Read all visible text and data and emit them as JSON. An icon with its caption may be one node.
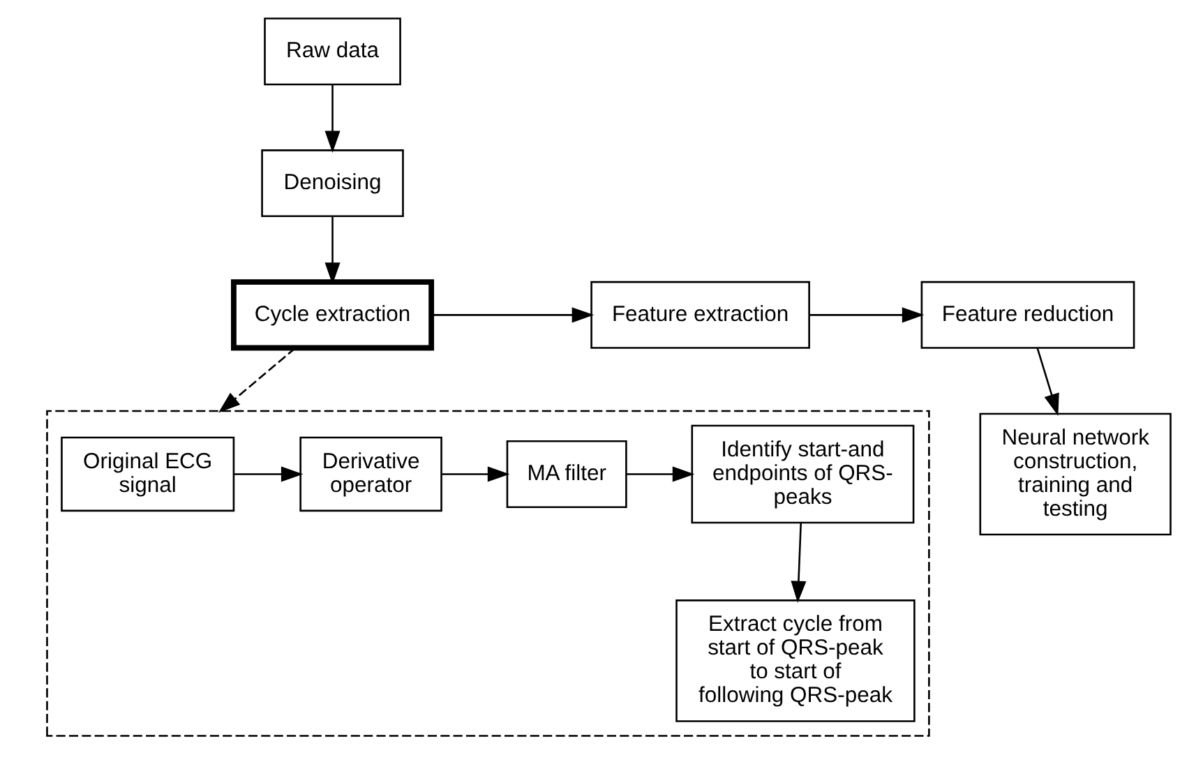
{
  "diagram": {
    "nodes": [
      {
        "text": [
          "Raw data"
        ]
      },
      {
        "text": [
          "Denoising"
        ]
      },
      {
        "text": [
          "Cycle extraction"
        ]
      },
      {
        "text": [
          "Feature extraction"
        ]
      },
      {
        "text": [
          "Feature reduction"
        ]
      },
      {
        "text": [
          "Neural network construction, training and testing"
        ]
      },
      {
        "text": [],
        "shape": "box"
      },
      {
        "text": [
          "Original ECG signal"
        ],
        "in": 6
      },
      {
        "text": [
          "Derivative operator"
        ],
        "in": 6
      },
      {
        "text": [
          "MA filter"
        ],
        "in": 6
      },
      {
        "text": [
          "Identify start-and endpoints of QRS-peaks"
        ],
        "in": 6
      },
      {
        "text": [
          "Extract cycle from start of QRS-peak to start of following QRS-peak"
        ],
        "in": 6
      }
    ],
    "edges": [
      {
        "from": 0,
        "to": 1,
        "arrow": "to"
      },
      {
        "from": 1,
        "to": 2,
        "arrow": "to"
      },
      {
        "from": 2,
        "to": 3,
        "arrow": "to"
      },
      {
        "from": 3,
        "to": 4,
        "arrow": "to"
      },
      {
        "from": 4,
        "to": 5,
        "arrow": "to"
      },
      {
        "from": 2,
        "to": 6,
        "arrow": "to",
        "style": "dashed"
      },
      {
        "from": 7,
        "to": 8,
        "arrow": "to"
      },
      {
        "from": 8,
        "to": 9,
        "arrow": "to"
      },
      {
        "from": 9,
        "to": 10,
        "arrow": "to"
      },
      {
        "from": 10,
        "to": 11,
        "arrow": "to"
      }
    ]
  }
}
